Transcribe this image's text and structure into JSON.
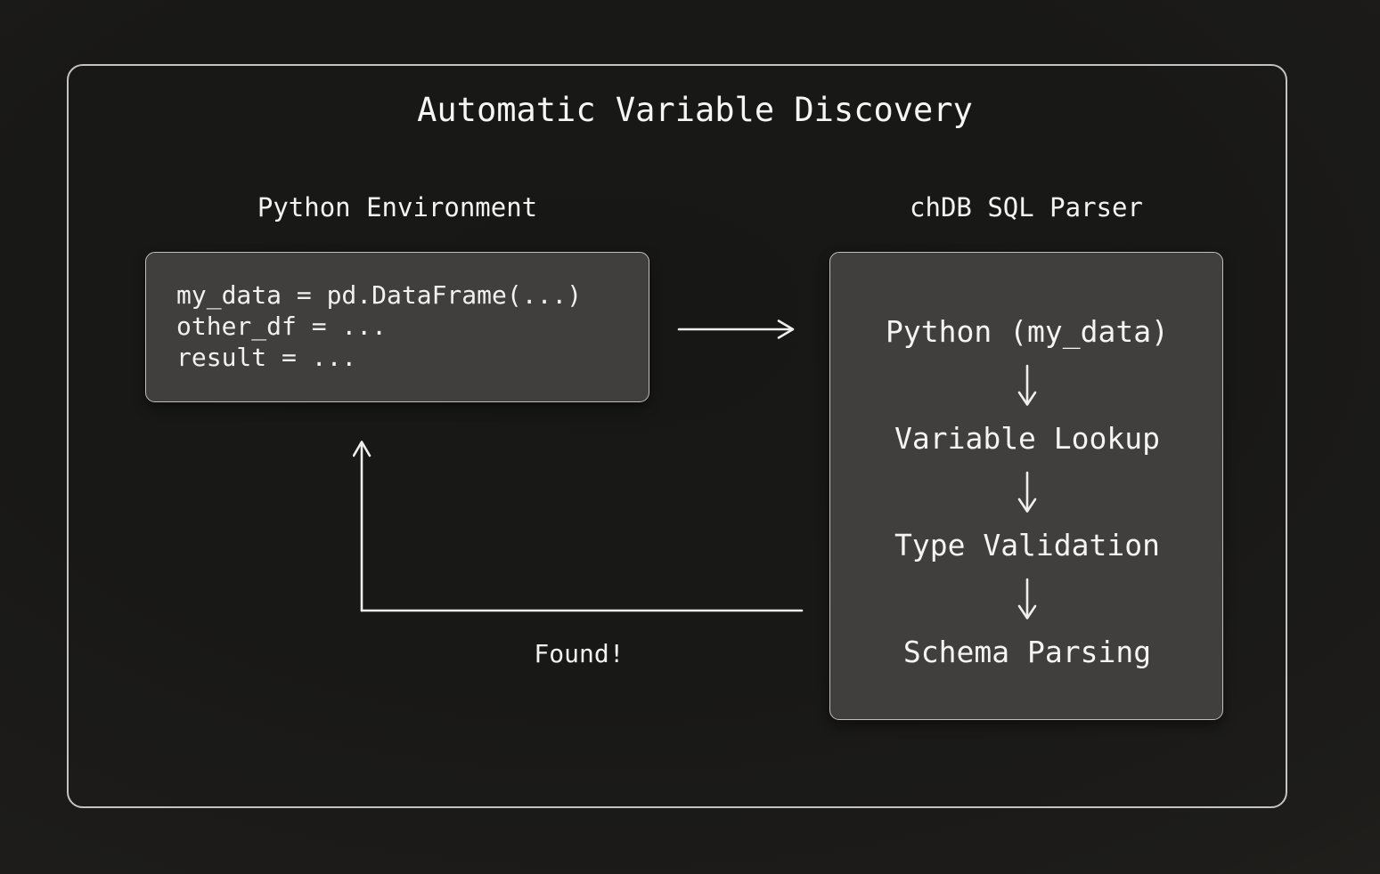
{
  "title": "Automatic Variable Discovery",
  "left_panel": {
    "header": "Python Environment",
    "code_lines": [
      "my_data = pd.DataFrame(...)",
      "other_df = ...",
      "result = ..."
    ]
  },
  "right_panel": {
    "header": "chDB SQL Parser",
    "steps": [
      "Python (my_data)",
      "Variable Lookup",
      "Type Validation",
      "Schema Parsing"
    ]
  },
  "flow": {
    "found_label": "Found!"
  },
  "icons": {
    "forward": "arrow-right-icon",
    "step": "arrow-down-icon",
    "return": "return-arrow-up-icon"
  },
  "colors": {
    "background_center": "#171715",
    "background_edge": "#2b2823",
    "frame_border": "#c3c3c1",
    "box_fill": "#403f3d",
    "box_border": "#bfbfbd",
    "text": "#f4f4f2",
    "arrow": "#efefed"
  }
}
